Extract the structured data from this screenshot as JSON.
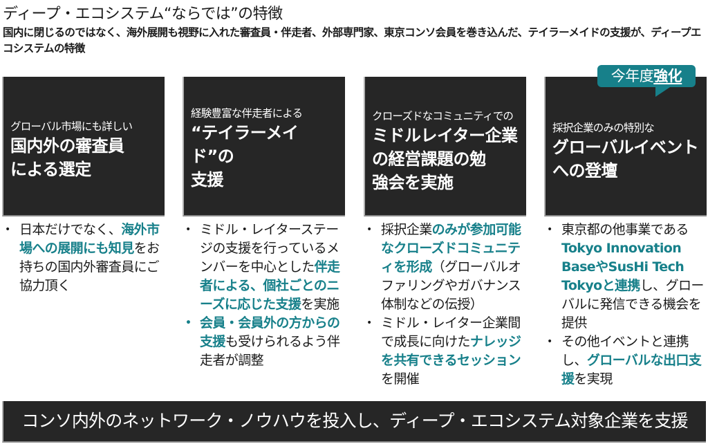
{
  "header": {
    "title": "ディープ・エコシステム“ならでは”の特徴",
    "subtitle": "国内に閉じるのではなく、海外展開も視野に入れた審査員・伴走者、外部専門家、東京コンソ会員を巻き込んだ、テイラーメイドの支援が、ディープエコシステムの特徴"
  },
  "badge": {
    "prefix": "今年度",
    "emphasis": "強化",
    "color": "#17808a"
  },
  "colors": {
    "card_bg": "#262626",
    "accent": "#17808a",
    "text": "#1a1a1a"
  },
  "cards": [
    {
      "lead": "グローバル市場にも詳しい",
      "head_lines": [
        "国内外の審査員",
        "による選定"
      ],
      "bullets": [
        {
          "segments": [
            {
              "text": "日本だけでなく、",
              "hl": false
            },
            {
              "text": "海外市場への展開にも知見",
              "hl": true
            },
            {
              "text": "をお持ちの国内外審査員にご協力頂く",
              "hl": false
            }
          ]
        }
      ]
    },
    {
      "lead": "経験豊富な伴走者による",
      "head_lines": [
        "“テイラーメイド”の",
        "支援"
      ],
      "bullets": [
        {
          "segments": [
            {
              "text": "ミドル・レイターステージの支援を行っているメンバーを中心とした",
              "hl": false
            },
            {
              "text": "伴走者による、個社ごとのニーズに応じた支援",
              "hl": true
            },
            {
              "text": "を実施",
              "hl": false
            }
          ]
        },
        {
          "segments": [
            {
              "text": "会員・会員外の方からの支援",
              "hl": true
            },
            {
              "text": "も受けられるよう伴走者が調整",
              "hl": false
            }
          ],
          "dot_hl": true
        }
      ]
    },
    {
      "lead": "クローズドなコミュニティでの",
      "head_lines": [
        "ミドルレイター企業",
        "の経営課題の勉",
        "強会を実施"
      ],
      "bullets": [
        {
          "segments": [
            {
              "text": "採択企業",
              "hl": false
            },
            {
              "text": "のみが参加可能なクローズドコミュニティを形成",
              "hl": true
            },
            {
              "text": "（グローバルオファリングやガバナンス体制などの伝授）",
              "hl": false
            }
          ]
        },
        {
          "segments": [
            {
              "text": "ミドル・レイター企業間で成長に向けた",
              "hl": false
            },
            {
              "text": "ナレッジを共有できるセッション",
              "hl": true
            },
            {
              "text": "を開催",
              "hl": false
            }
          ]
        }
      ]
    },
    {
      "lead": "採択企業のみの特別な",
      "head_lines": [
        "グローバルイベント",
        "への登壇"
      ],
      "bullets": [
        {
          "segments": [
            {
              "text": "東京都の他事業である",
              "hl": false
            },
            {
              "text": "Tokyo Innovation BaseやSusHi Tech Tokyoと連携",
              "hl": true
            },
            {
              "text": "し、グローバルに発信できる機会を提供",
              "hl": false
            }
          ]
        },
        {
          "segments": [
            {
              "text": "その他イベントと連携し、",
              "hl": false
            },
            {
              "text": "グローバルな出口支援",
              "hl": true
            },
            {
              "text": "を実現",
              "hl": false
            }
          ]
        }
      ]
    }
  ],
  "footer": {
    "text": "コンソ内外のネットワーク・ノウハウを投入し、ディープ・エコシステム対象企業を支援"
  },
  "bullet_glyph": "•"
}
